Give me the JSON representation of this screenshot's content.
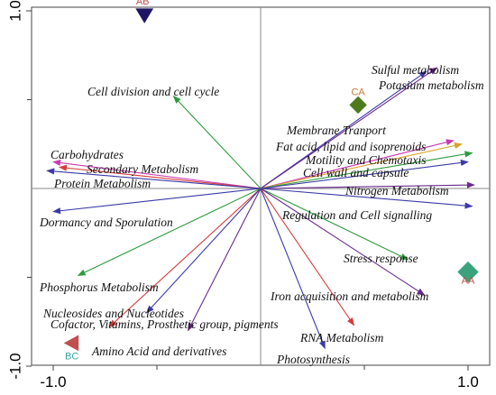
{
  "chart_data": {
    "type": "scatter",
    "subtype": "rda-biplot",
    "title": "",
    "xlabel": "",
    "ylabel": "",
    "xlim": [
      -1.1,
      1.1
    ],
    "ylim": [
      -1.1,
      1.1
    ],
    "x_ticks": [
      {
        "value": -1.0,
        "label": "-1.0"
      },
      {
        "value": 1.0,
        "label": "1.0"
      }
    ],
    "y_ticks": [
      {
        "value": 1.0,
        "label": "1.0"
      },
      {
        "value": -1.0,
        "label": "-1.0"
      }
    ],
    "minor_ticks": [
      -0.5,
      0.5
    ],
    "grid": false,
    "zero_lines": true,
    "legend": "none",
    "variables": [
      {
        "label": "Sulful metabolism",
        "x": 0.8,
        "y": 0.66,
        "color": "#3a3aa8"
      },
      {
        "label": "Potasium metabolism",
        "x": 0.85,
        "y": 0.68,
        "color": "#6a2a8c"
      },
      {
        "label": "Cell division and cell cycle",
        "x": -0.42,
        "y": 0.52,
        "color": "#2e9a3c"
      },
      {
        "label": "Membrane Tranport",
        "x": 0.93,
        "y": 0.27,
        "color": "#c93ab5"
      },
      {
        "label": "Fat acid, lipid and isoprenoids",
        "x": 0.97,
        "y": 0.25,
        "color": "#d9a12a"
      },
      {
        "label": "Motility and Chemotaxis",
        "x": 1.02,
        "y": 0.2,
        "color": "#2e9a3c"
      },
      {
        "label": "Cell wall and capsule",
        "x": 1.0,
        "y": 0.15,
        "color": "#3a3aa8"
      },
      {
        "label": "Nitrogen Metabolism",
        "x": 1.03,
        "y": 0.02,
        "color": "#6a2a8c"
      },
      {
        "label": "Regulation and Cell signalling",
        "x": 1.02,
        "y": -0.1,
        "color": "#3a3aa8"
      },
      {
        "label": "Carbohydrates",
        "x": -1.0,
        "y": 0.15,
        "color": "#c93ab5"
      },
      {
        "label": "Secondary Metabolism",
        "x": -0.97,
        "y": 0.12,
        "color": "#d63b3b"
      },
      {
        "label": "Protein Metabolism",
        "x": -1.03,
        "y": 0.1,
        "color": "#3a3aa8"
      },
      {
        "label": "Dormancy and Sporulation",
        "x": -1.0,
        "y": -0.13,
        "color": "#3a3aa8"
      },
      {
        "label": "Stress response",
        "x": 0.71,
        "y": -0.4,
        "color": "#2e9a3c"
      },
      {
        "label": "Phosphorus Metabolism",
        "x": -0.88,
        "y": -0.49,
        "color": "#2e9a3c"
      },
      {
        "label": "Iron acquisition and metabolism",
        "x": 0.79,
        "y": -0.6,
        "color": "#6a2a8c"
      },
      {
        "label": "Nucleosides and Nucleotides",
        "x": -0.73,
        "y": -0.78,
        "color": "#d63b3b"
      },
      {
        "label": "Cofactor, Vitamins, Prosthetic group, pigments",
        "x": -0.55,
        "y": -0.7,
        "color": "#3a3aa8"
      },
      {
        "label": "Amino Acid and derivatives",
        "x": -0.35,
        "y": -0.8,
        "color": "#6a2a8c"
      },
      {
        "label": "RNA Metabolism",
        "x": 0.45,
        "y": -0.77,
        "color": "#d63b3b"
      },
      {
        "label": "Photosynthesis",
        "x": 0.31,
        "y": -0.9,
        "color": "#3a3aa8"
      }
    ],
    "samples": [
      {
        "label": "AB",
        "x": -0.56,
        "y": 0.97,
        "marker": "triangle-down",
        "color": "#1e1466",
        "label_color": "#c0504d"
      },
      {
        "label": "CA",
        "x": 0.47,
        "y": 0.47,
        "marker": "diamond",
        "color": "#4e7a1e",
        "label_color": "#c97a2a"
      },
      {
        "label": "AA",
        "x": 1.0,
        "y": -0.47,
        "marker": "diamond",
        "color": "#3aa37e",
        "label_color": "#c0504d"
      },
      {
        "label": "BC",
        "x": -0.91,
        "y": -0.87,
        "marker": "triangle-left",
        "color": "#c0504d",
        "label_color": "#3aa5a5"
      }
    ]
  }
}
